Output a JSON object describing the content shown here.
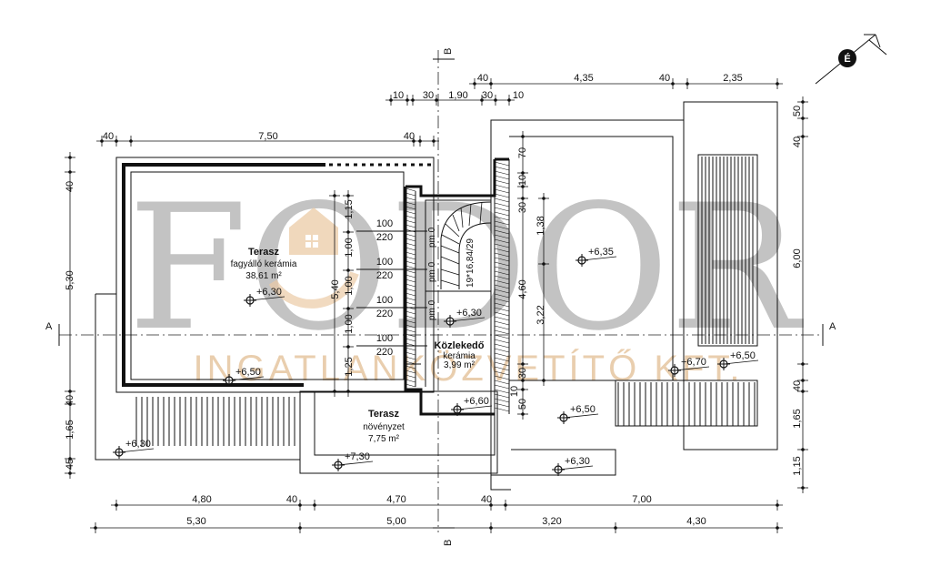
{
  "section_marks": {
    "a_left": "A",
    "a_right": "A",
    "b_top": "B",
    "b_bottom": "B"
  },
  "north_symbol": {
    "label": "É"
  },
  "watermark": {
    "main": "FODOR",
    "sub": "INGATLANKÖZVETÍTŐ KFT."
  },
  "rooms": {
    "terrace_big": {
      "name": "Terasz",
      "finish": "fagyálló kerámia",
      "area": "38,61 m²"
    },
    "corridor": {
      "name": "Közlekedő",
      "finish": "kerámia",
      "area": "3,99 m²"
    },
    "terrace_green": {
      "name": "Terasz",
      "finish": "növényzet",
      "area": "7,75 m²"
    }
  },
  "stair": {
    "label": "19*16,84/29"
  },
  "levels": {
    "l1": "+6,30",
    "l2": "+6,30",
    "l3": "+6,35",
    "l4": "+6,50",
    "l5": "+6,60",
    "l6": "+6,50",
    "l7": "+6,70",
    "l8": "+6,50",
    "l9": "+6,30",
    "l10": "+7,30",
    "l11": "+6,30"
  },
  "windows": {
    "w1": "100",
    "w2": "220",
    "w3": "100",
    "w4": "220",
    "w5": "100",
    "w6": "220",
    "w7": "100",
    "w8": "220",
    "pm1": "pm 0",
    "pm2": "pm 0",
    "pm3": "pm 0"
  },
  "dims_top": {
    "t1": "40",
    "t2": "4,35",
    "t3": "40",
    "t4": "2,35",
    "t5": "10",
    "t6": "30",
    "t7": "1,90",
    "t8": "30",
    "t9": "10",
    "t10": "40",
    "t11": "7,50",
    "t12": "40"
  },
  "dims_left": {
    "l1": "40",
    "l2": "5,30",
    "l3": "40",
    "l4": "1,65",
    "l5": "45"
  },
  "dims_interior": {
    "i1": "1,15",
    "i2": "1,00",
    "i3": "1,00",
    "i4": "1,00",
    "i5": "1,25",
    "i6": "5,40",
    "i7": "70",
    "i8": "10",
    "i9": "30",
    "i10": "1,38",
    "i11": "4,60",
    "i12": "3,22",
    "i13": "30",
    "i14": "10",
    "i15": "50"
  },
  "dims_right": {
    "r1": "50",
    "r2": "40",
    "r3": "6,00",
    "r4": "40",
    "r5": "1,65",
    "r6": "1,15"
  },
  "dims_bottom1": {
    "b1": "4,80",
    "b2": "40",
    "b3": "4,70",
    "b4": "40",
    "b5": "7,00"
  },
  "dims_bottom2": {
    "c1": "5,30",
    "c2": "5,00",
    "c3": "3,20",
    "c4": "4,30"
  }
}
